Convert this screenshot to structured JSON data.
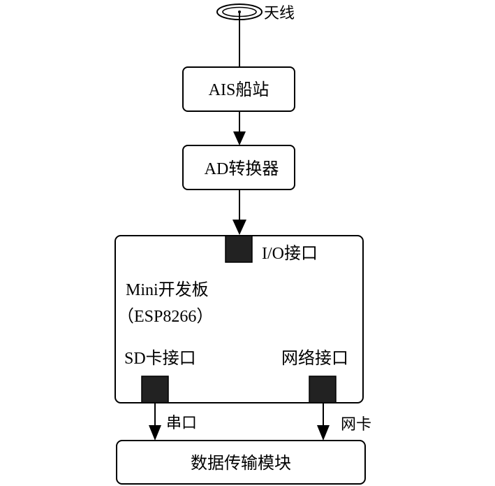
{
  "antenna": {
    "label": "天线",
    "icon": "antenna-icon"
  },
  "nodes": {
    "ais_station": {
      "label": "AIS船站"
    },
    "ad_converter": {
      "label": "AD转换器"
    },
    "mini_board": {
      "label_line1": "Mini开发板",
      "label_line2": "（ESP8266）"
    },
    "data_transfer": {
      "label": "数据传输模块"
    }
  },
  "ports": {
    "io": {
      "label": "I/O接口"
    },
    "sd": {
      "label": "SD卡接口"
    },
    "network": {
      "label": "网络接口"
    }
  },
  "edges": {
    "serial": {
      "label": "串口"
    },
    "network_card": {
      "label": "网卡"
    }
  },
  "colors": {
    "stroke": "#000000",
    "port_fill": "#222222",
    "background": "#ffffff"
  }
}
